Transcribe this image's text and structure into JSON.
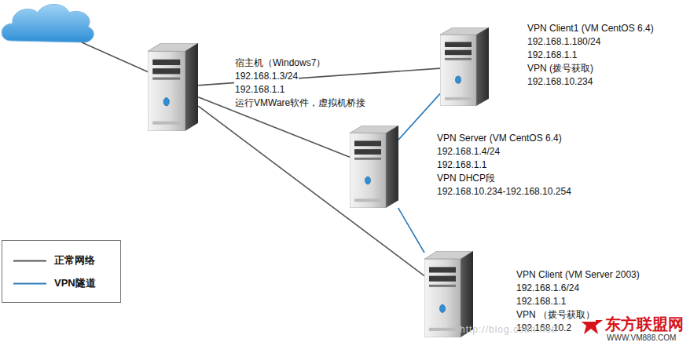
{
  "diagram": {
    "nodes": [
      {
        "text": [
          "宿主机（Windows7）",
          "192.168.1.3/24",
          "192.168.1.1",
          "运行VMWare软件，虚拟机桥接"
        ]
      },
      {
        "text": [
          "VPN Client1 (VM CentOS 6.4)",
          "192.168.1.180/24",
          "192.168.1.1",
          "VPN (拨号获取)",
          "192.168.10.234"
        ]
      },
      {
        "text": [
          "VPN Server (VM CentOS 6.4)",
          "192.168.1.4/24",
          "192.168.1.1",
          "VPN DHCP段",
          "192.168.10.234-192.168.10.254"
        ]
      },
      {
        "text": [
          "VPN Client (VM Server 2003)",
          "192.168.1.6/24",
          "192.168.1.1",
          "VPN （拨号获取）",
          "192.168.10.2"
        ]
      }
    ],
    "edges": [
      {
        "from": 0,
        "to": 1,
        "arrow": "none"
      },
      {
        "from": 0,
        "to": 2,
        "arrow": "none"
      },
      {
        "from": 0,
        "to": 3,
        "arrow": "none"
      },
      {
        "from": 1,
        "to": 2,
        "arrow": "none"
      },
      {
        "from": 2,
        "to": 3,
        "arrow": "none"
      }
    ],
    "labels": [
      "http://blog.csdn.net/",
      "东方联盟网",
      "WWW.VM888.COM"
    ],
    "legend": [
      {
        "text": "正常网络"
      },
      {
        "text": "VPN隧道"
      }
    ]
  }
}
